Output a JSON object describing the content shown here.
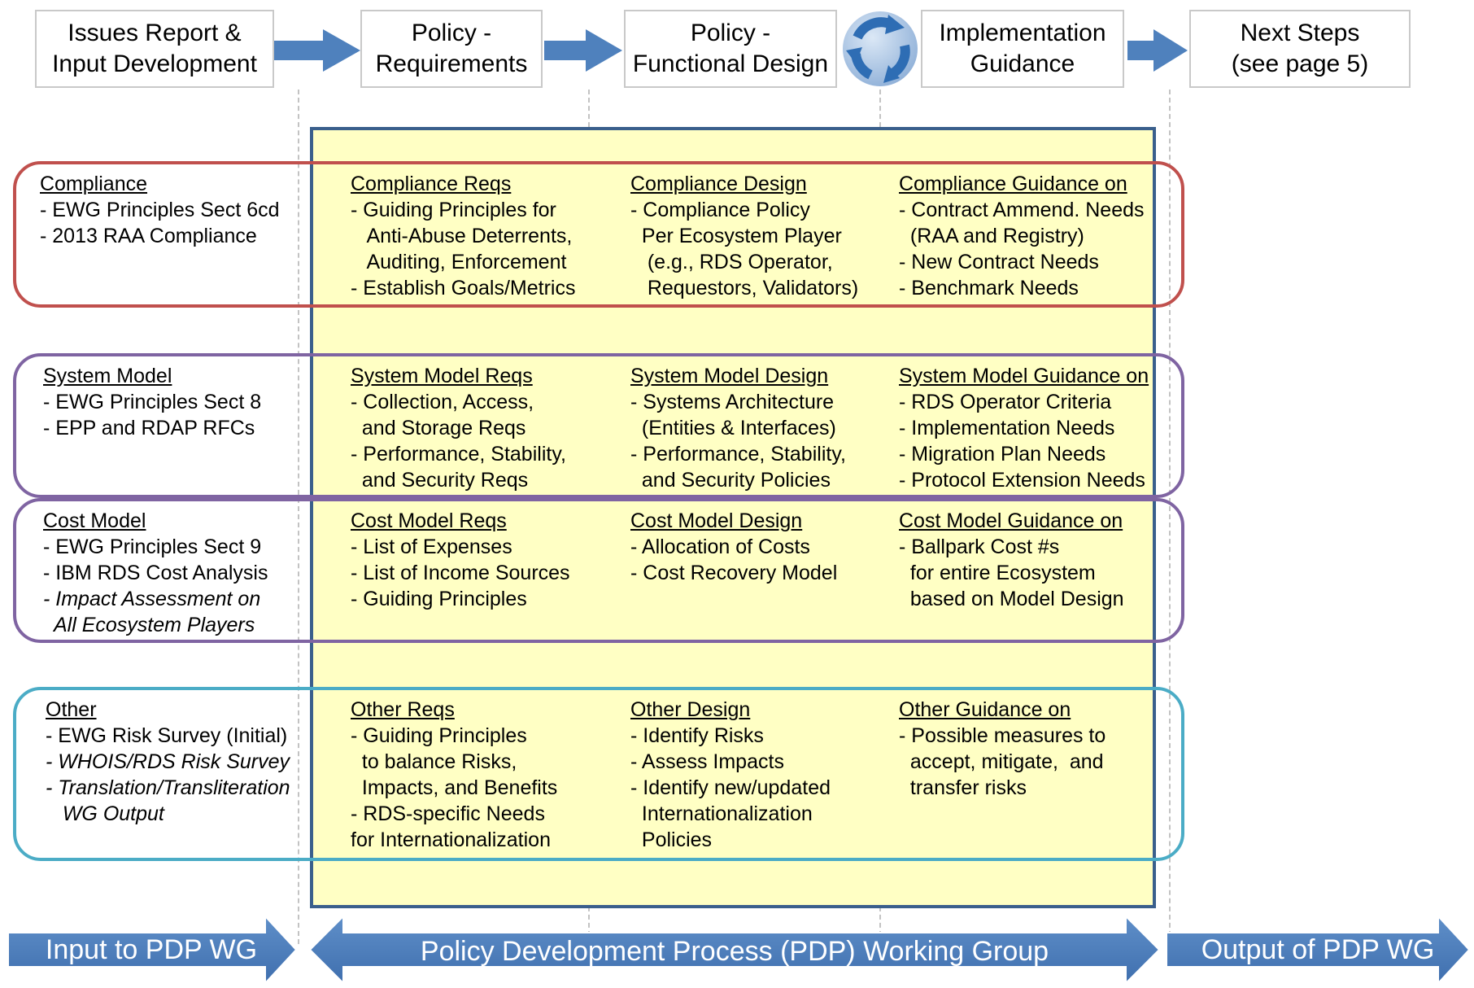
{
  "stages": [
    {
      "label": "Issues Report &\nInput Development"
    },
    {
      "label": "Policy -\nRequirements"
    },
    {
      "label": "Policy -\nFunctional Design"
    },
    {
      "label": "Implementation\nGuidance"
    },
    {
      "label": "Next Steps\n(see page 5)"
    }
  ],
  "rows": [
    {
      "name": "compliance",
      "frame_color": "#c0504d",
      "cells": [
        {
          "title": "Compliance",
          "lines": [
            "- EWG Principles Sect 6cd",
            "- 2013 RAA Compliance"
          ]
        },
        {
          "title": "Compliance Reqs",
          "lines": [
            "- Guiding Principles for",
            "   Anti-Abuse Deterrents,",
            "   Auditing, Enforcement",
            "- Establish Goals/Metrics"
          ]
        },
        {
          "title": "Compliance Design",
          "lines": [
            "- Compliance Policy",
            "  Per Ecosystem Player",
            "   (e.g., RDS Operator,",
            "   Requestors, Validators)"
          ]
        },
        {
          "title": "Compliance Guidance on",
          "lines": [
            "- Contract Ammend. Needs",
            "  (RAA and Registry)",
            "- New Contract Needs",
            "- Benchmark Needs"
          ]
        }
      ]
    },
    {
      "name": "system-model",
      "frame_color": "#7f64a2",
      "cells": [
        {
          "title": "System Model",
          "lines": [
            "- EWG Principles Sect 8",
            "- EPP and RDAP RFCs"
          ]
        },
        {
          "title": "System Model Reqs",
          "lines": [
            "- Collection, Access,",
            "  and Storage Reqs",
            "- Performance, Stability,",
            "  and Security Reqs"
          ]
        },
        {
          "title": "System Model Design",
          "lines": [
            "- Systems Architecture",
            "  (Entities & Interfaces)",
            "- Performance, Stability,",
            "  and Security Policies"
          ]
        },
        {
          "title": "System Model Guidance on",
          "lines": [
            "- RDS Operator Criteria",
            "- Implementation Needs",
            "- Migration Plan Needs",
            "- Protocol Extension Needs"
          ]
        }
      ]
    },
    {
      "name": "cost-model",
      "frame_color": "#7f64a2",
      "cells": [
        {
          "title": "Cost Model",
          "lines": [
            "- EWG Principles Sect 9",
            "- IBM RDS Cost Analysis",
            "- Impact Assessment on",
            "  All Ecosystem Players"
          ],
          "italic_from": 2
        },
        {
          "title": "Cost Model Reqs",
          "lines": [
            "- List of Expenses",
            "- List of Income Sources",
            "- Guiding Principles"
          ]
        },
        {
          "title": "Cost Model Design",
          "lines": [
            "- Allocation of Costs",
            "- Cost Recovery Model"
          ]
        },
        {
          "title": "Cost Model Guidance on",
          "lines": [
            "- Ballpark Cost #s",
            "  for entire Ecosystem",
            "  based on Model Design"
          ]
        }
      ]
    },
    {
      "name": "other",
      "frame_color": "#4bacc6",
      "cells": [
        {
          "title": "Other",
          "lines": [
            "- EWG Risk Survey (Initial)",
            "- WHOIS/RDS Risk Survey",
            "- Translation/Transliteration",
            "   WG Output"
          ],
          "italic_from": 1
        },
        {
          "title": "Other Reqs",
          "lines": [
            "- Guiding Principles",
            "  to balance Risks,",
            "  Impacts, and Benefits",
            "- RDS-specific Needs",
            "for Internationalization"
          ]
        },
        {
          "title": "Other Design",
          "lines": [
            "- Identify Risks",
            "- Assess Impacts",
            "- Identify new/updated",
            "  Internationalization",
            "  Policies"
          ]
        },
        {
          "title": "Other Guidance on",
          "lines": [
            "- Possible measures to",
            "  accept, mitigate,  and",
            "  transfer risks"
          ]
        }
      ]
    }
  ],
  "bottom_arrows": {
    "input": "Input to PDP WG",
    "pdp": "Policy Development Process (PDP) Working Group",
    "output": "Output of PDP WG"
  },
  "colors": {
    "arrow_blue": "#4f81bd",
    "highlight_yellow": "#ffffc4",
    "box_border": "#3a5f8c"
  }
}
